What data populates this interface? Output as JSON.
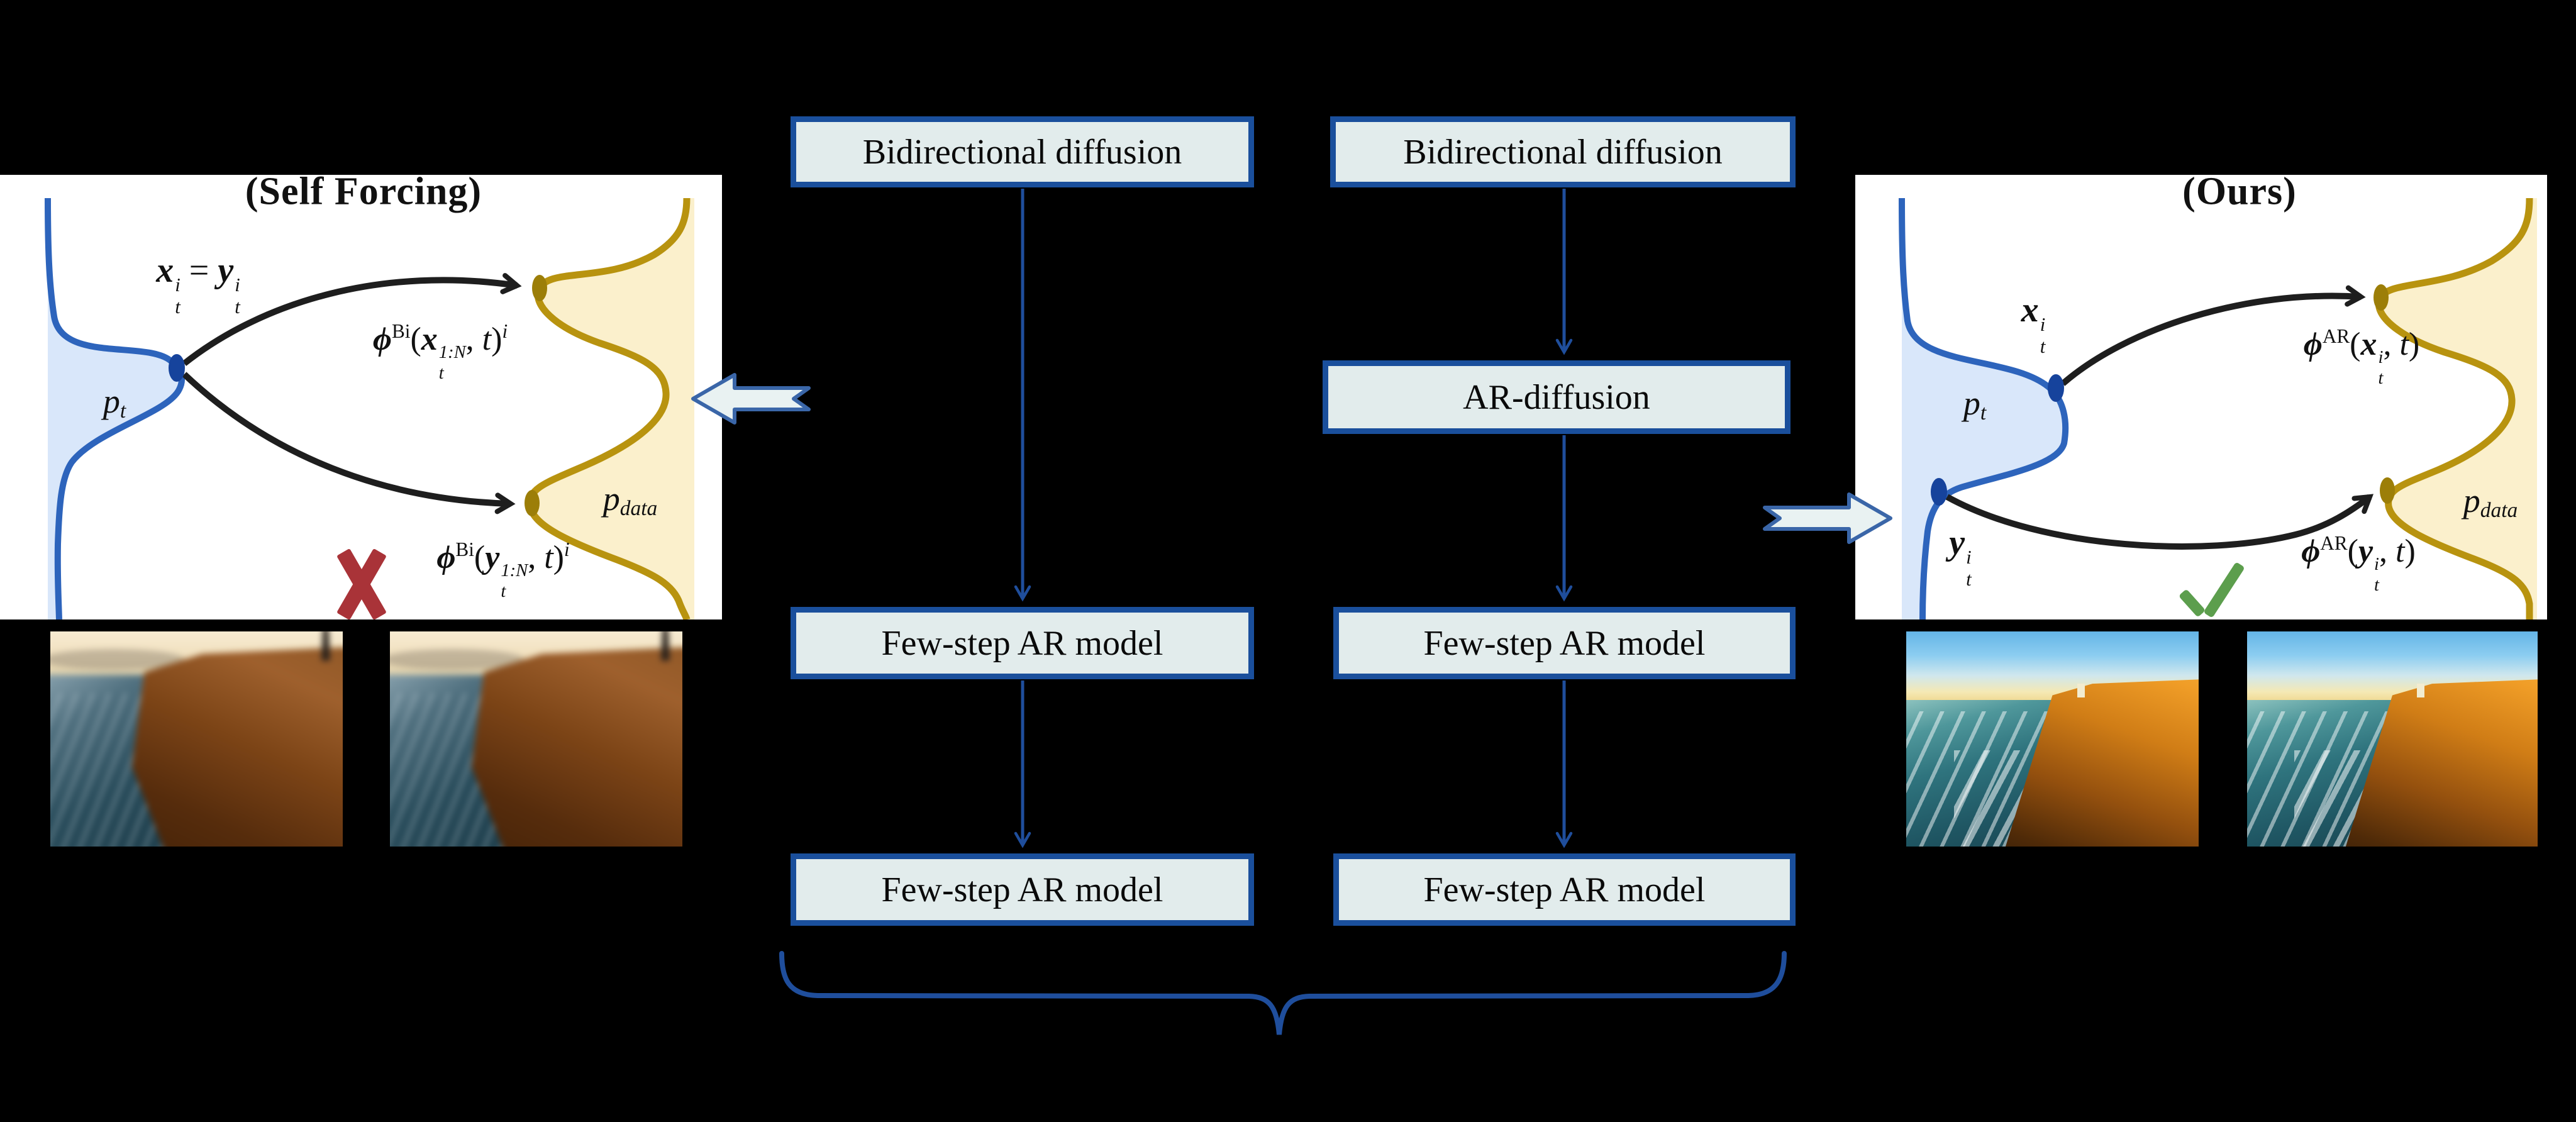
{
  "figure": {
    "background": "#000000",
    "left_panel": {
      "title": "(Self Forcing)",
      "labels": {
        "eq": [
          [
            "b",
            "x"
          ],
          [
            "ss",
            [
              "i",
              "t"
            ]
          ],
          [
            "n",
            " = "
          ],
          [
            "b",
            "y"
          ],
          [
            "ss",
            [
              "i",
              "t"
            ]
          ]
        ],
        "pt": [
          [
            "i",
            "p"
          ],
          [
            "sub",
            "t"
          ]
        ],
        "pdata": [
          [
            "i",
            "p"
          ],
          [
            "sub",
            "data"
          ]
        ],
        "phi_x": [
          [
            "b",
            "ϕ"
          ],
          [
            "sup",
            "Bi"
          ],
          [
            "n",
            "("
          ],
          [
            "b",
            "x"
          ],
          [
            "ss",
            [
              "1:N",
              "t"
            ]
          ],
          [
            "n",
            ", "
          ],
          [
            "i",
            "t"
          ],
          [
            "n",
            ")"
          ],
          [
            "isup",
            "i"
          ]
        ],
        "phi_y": [
          [
            "b",
            "ϕ"
          ],
          [
            "sup",
            "Bi"
          ],
          [
            "n",
            "("
          ],
          [
            "b",
            "y"
          ],
          [
            "ss",
            [
              "1:N",
              "t"
            ]
          ],
          [
            "n",
            ", "
          ],
          [
            "i",
            "t"
          ],
          [
            "n",
            ")"
          ],
          [
            "isup",
            "i"
          ]
        ]
      },
      "cross_icon": "✕"
    },
    "right_panel": {
      "title": "(Ours)",
      "labels": {
        "xt": [
          [
            "b",
            "x"
          ],
          [
            "ss",
            [
              "i",
              "t"
            ]
          ]
        ],
        "yt": [
          [
            "b",
            "y"
          ],
          [
            "ss",
            [
              "i",
              "t"
            ]
          ]
        ],
        "pt": [
          [
            "i",
            "p"
          ],
          [
            "sub",
            "t"
          ]
        ],
        "pdata": [
          [
            "i",
            "p"
          ],
          [
            "sub",
            "data"
          ]
        ],
        "phi_x": [
          [
            "b",
            "ϕ"
          ],
          [
            "sup",
            "AR"
          ],
          [
            "n",
            "("
          ],
          [
            "b",
            "x"
          ],
          [
            "ss",
            [
              "i",
              "t"
            ]
          ],
          [
            "n",
            ", "
          ],
          [
            "i",
            "t"
          ],
          [
            "n",
            ")"
          ]
        ],
        "phi_y": [
          [
            "b",
            "ϕ"
          ],
          [
            "sup",
            "AR"
          ],
          [
            "n",
            "("
          ],
          [
            "b",
            "y"
          ],
          [
            "ss",
            [
              "i",
              "t"
            ]
          ],
          [
            "n",
            ", "
          ],
          [
            "i",
            "t"
          ],
          [
            "n",
            ")"
          ]
        ]
      },
      "check_icon": "✓"
    },
    "flowchart": {
      "left_column": [
        "Bidirectional diffusion",
        "Few-step AR model",
        "Few-step AR model"
      ],
      "right_column": [
        "Bidirectional diffusion",
        "AR-diffusion",
        "Few-step AR model",
        "Few-step AR model"
      ]
    },
    "colors": {
      "box_border": "#1A4F9C",
      "box_fill": "#E2ECEC",
      "flow_arrow": "#1F4E9C",
      "brace": "#1F4E9C",
      "blue_curve": "#2D64BC",
      "blue_fill": "#D9E7FA",
      "gold_curve": "#B8930F",
      "gold_fill": "#FBF0CC",
      "dot_blue": "#16439C",
      "dot_gold": "#9C7E08",
      "cross_red": "#A93338",
      "check_green": "#5C9E4D",
      "hollow_arrow_fill": "#E9F2F2",
      "hollow_arrow_stroke": "#3A66A8",
      "black_arrow": "#1E1E1E"
    }
  }
}
